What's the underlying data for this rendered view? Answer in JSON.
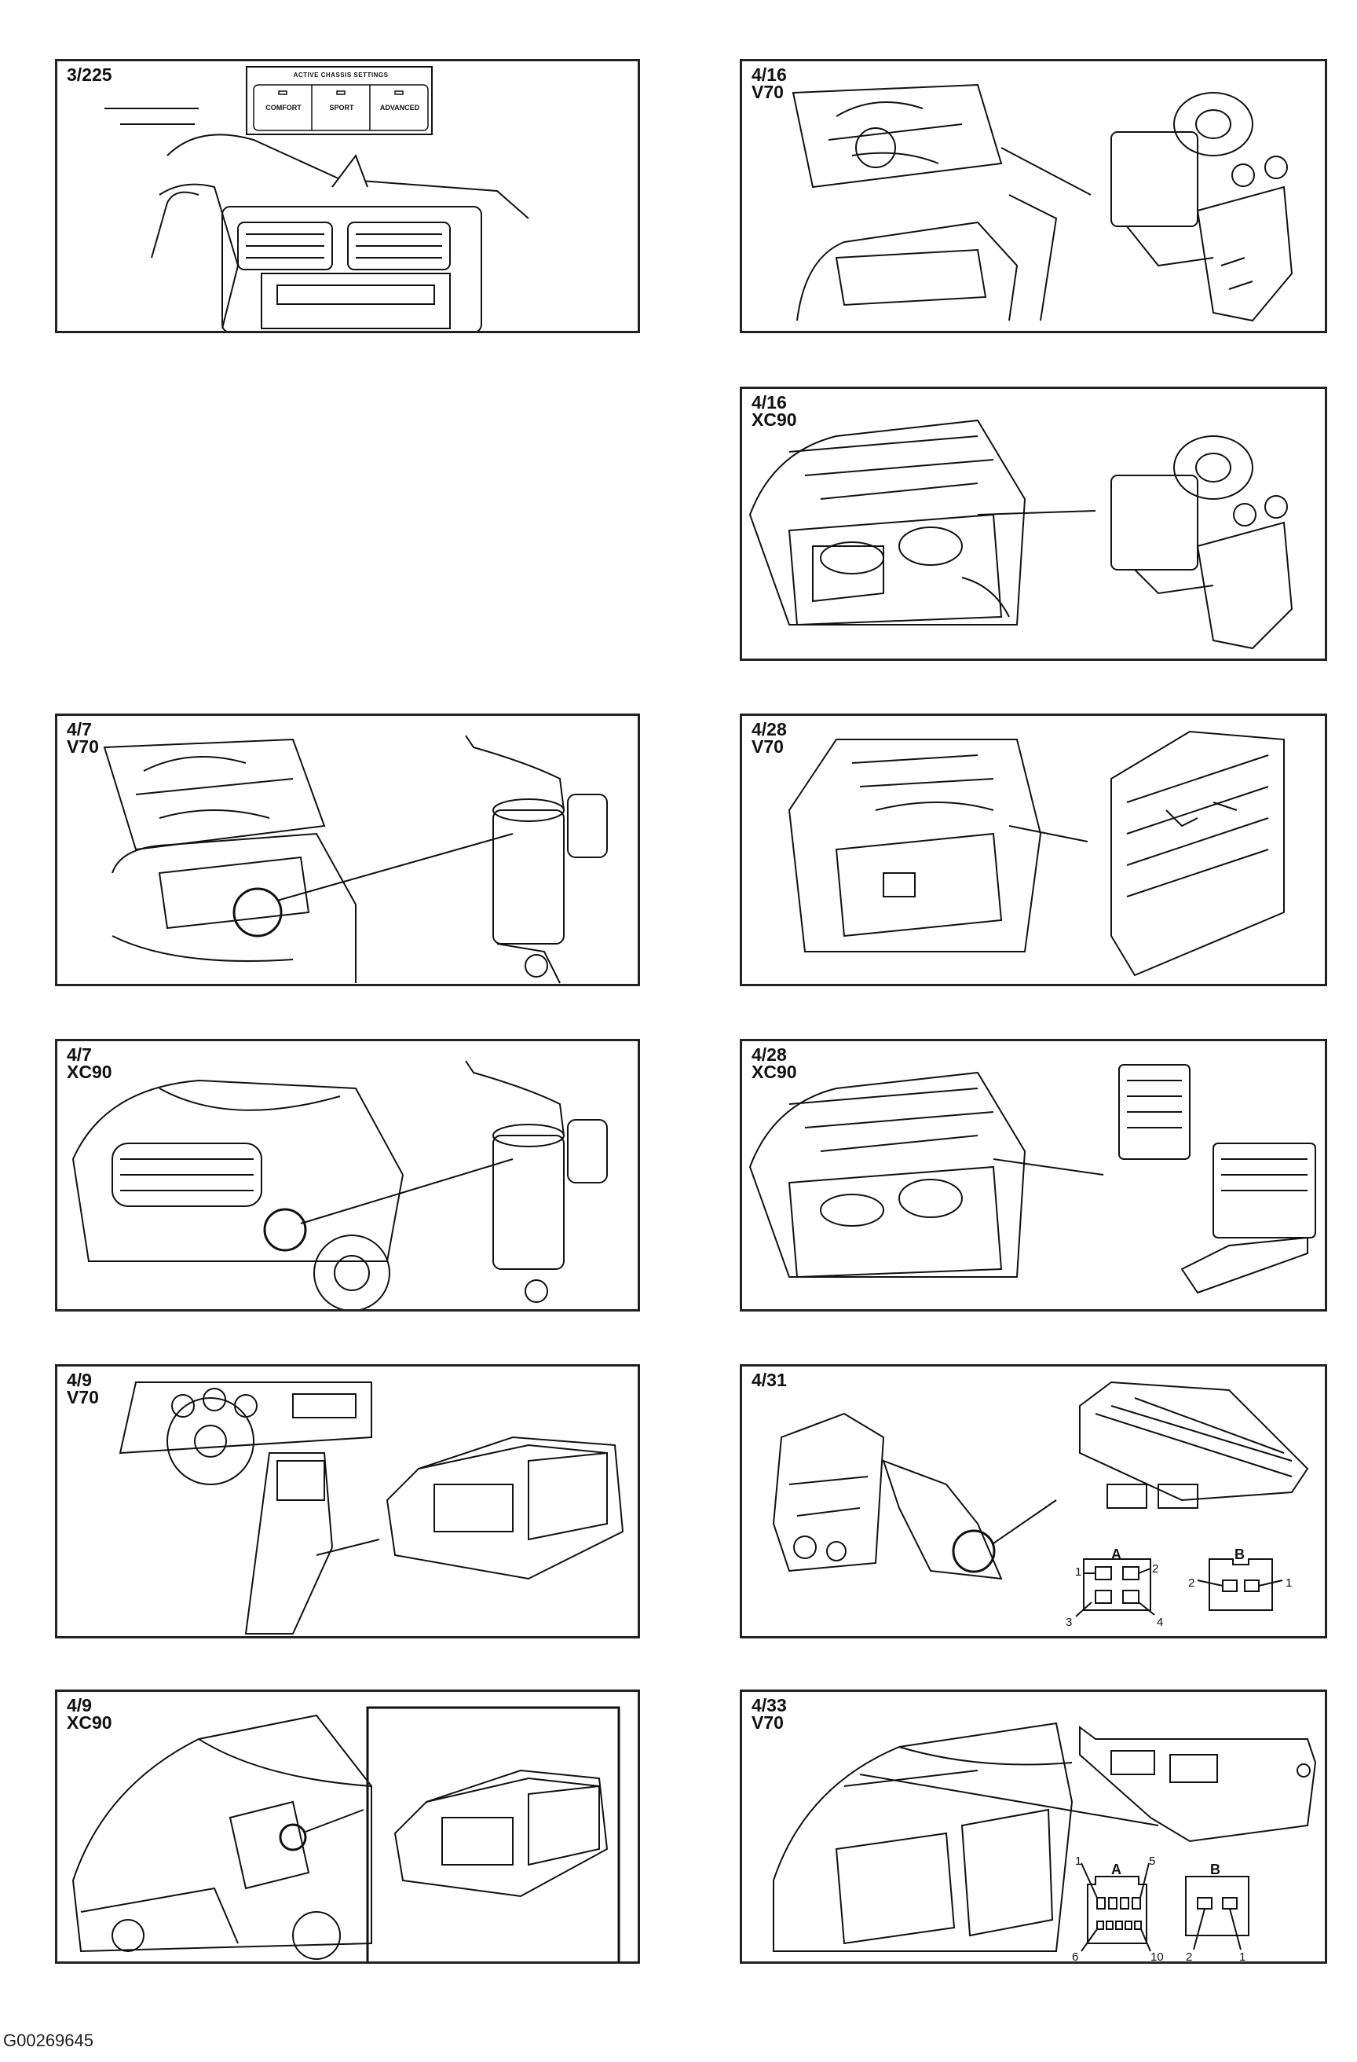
{
  "panels": {
    "p1": {
      "code": "3/225",
      "model": ""
    },
    "p2": {
      "code": "4/16",
      "model": "V70"
    },
    "p3": {
      "code": "4/16",
      "model": "XC90"
    },
    "p4": {
      "code": "4/7",
      "model": "V70"
    },
    "p5": {
      "code": "4/28",
      "model": "V70"
    },
    "p6": {
      "code": "4/7",
      "model": "XC90"
    },
    "p7": {
      "code": "4/28",
      "model": "XC90"
    },
    "p8": {
      "code": "4/9",
      "model": "V70"
    },
    "p9": {
      "code": "4/31",
      "model": ""
    },
    "p10": {
      "code": "4/9",
      "model": "XC90"
    },
    "p11": {
      "code": "4/33",
      "model": "V70"
    }
  },
  "switch_panel": {
    "title": "ACTIVE CHASSIS SETTINGS",
    "buttons": [
      "COMFORT",
      "SPORT",
      "ADVANCED"
    ]
  },
  "connectors_4_31": {
    "a": {
      "letter": "A",
      "pins": [
        "1",
        "2",
        "3",
        "4"
      ]
    },
    "b": {
      "letter": "B",
      "pins": [
        "2",
        "1"
      ]
    }
  },
  "connectors_4_33": {
    "a": {
      "letter": "A",
      "pins": [
        "1",
        "5",
        "6",
        "10"
      ]
    },
    "b": {
      "letter": "B",
      "pins": [
        "2",
        "1"
      ]
    }
  },
  "figure_id": "G00269645"
}
